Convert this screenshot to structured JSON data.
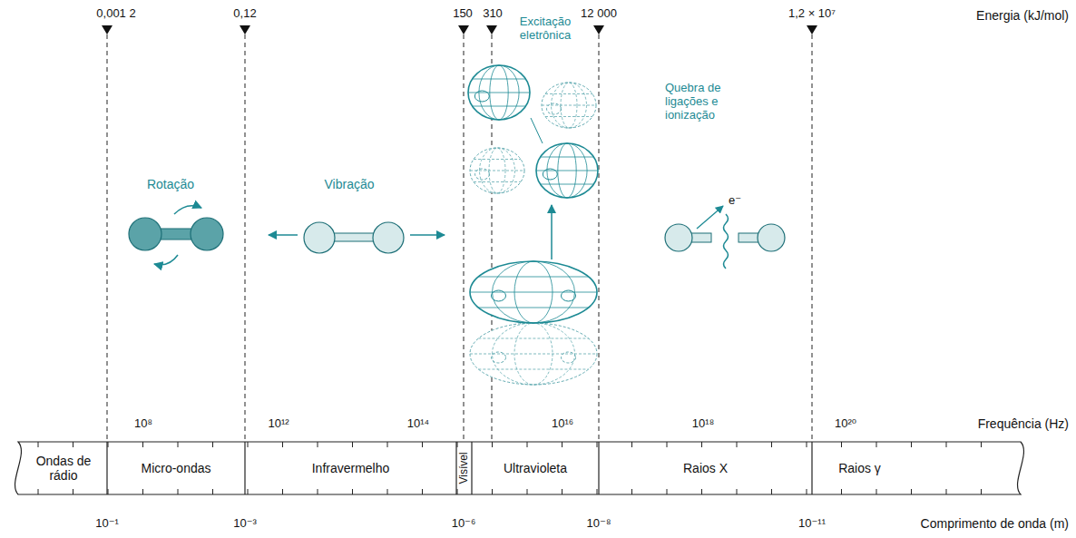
{
  "diagram": {
    "nodes": [
      {
        "text": [
          "Ondas de rádio"
        ]
      },
      {
        "text": [
          "Micro-ondas"
        ]
      },
      {
        "text": [
          "Infravermelho"
        ]
      },
      {
        "text": [
          "Visível"
        ]
      },
      {
        "text": [
          "Ultravioleta"
        ]
      },
      {
        "text": [
          "Raios X"
        ]
      },
      {
        "text": [
          "Raios γ"
        ]
      }
    ],
    "labels": [
      "0,001 2",
      "0,12",
      "150",
      "310",
      "12 000",
      "1,2 × 10⁷",
      "Energia (kJ/mol)",
      "Excitação eletrônica",
      "Quebra de ligações e ionização",
      "Rotação",
      "Vibração",
      "e⁻",
      "10⁸",
      "10¹²",
      "10¹⁴",
      "10¹⁶",
      "10¹⁸",
      "10²⁰",
      "Frequência (Hz)",
      "10⁻¹",
      "10⁻³",
      "10⁻⁶",
      "10⁻⁸",
      "10⁻¹¹",
      "Comprimento de onda (m)"
    ]
  }
}
